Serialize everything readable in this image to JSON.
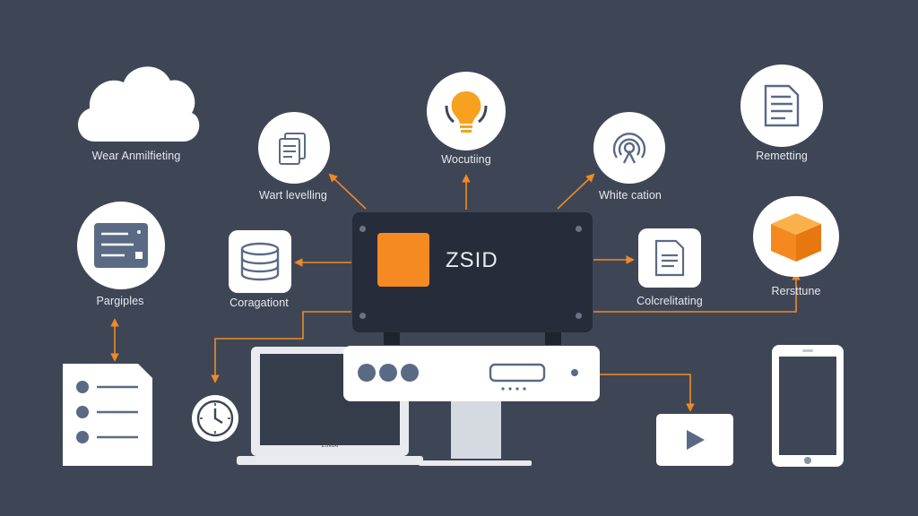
{
  "hub": {
    "title": "ZSID"
  },
  "nodes": {
    "cloud": {
      "label": "Wear Anmilfieting",
      "icon": "cloud-icon"
    },
    "wear": {
      "label": "Wart levelling",
      "icon": "documents-icon"
    },
    "bulb": {
      "label": "Wocutiing",
      "icon": "lightbulb-icon"
    },
    "white": {
      "label": "White cation",
      "icon": "radar-icon"
    },
    "document": {
      "label": "Remetting",
      "icon": "document-icon"
    },
    "principles": {
      "label": "Pargiples",
      "icon": "server-panel-icon"
    },
    "storage": {
      "label": "Coragationt",
      "icon": "database-icon"
    },
    "calc": {
      "label": "Colcrelitating",
      "icon": "file-icon"
    },
    "box": {
      "label": "Rersttune",
      "icon": "box-icon"
    }
  },
  "devices": {
    "laptop": {
      "screen_text": "ZSIIoxl",
      "icon": "laptop-icon"
    },
    "clock": {
      "icon": "clock-icon"
    },
    "list": {
      "icon": "list-icon"
    },
    "server": {
      "icon": "server-rack-icon"
    },
    "video": {
      "icon": "play-icon"
    },
    "tablet": {
      "icon": "tablet-icon"
    }
  },
  "colors": {
    "background": "#3e4656",
    "accent": "#f08a24",
    "hub": "#262c39",
    "icon": "#5a6a85"
  }
}
